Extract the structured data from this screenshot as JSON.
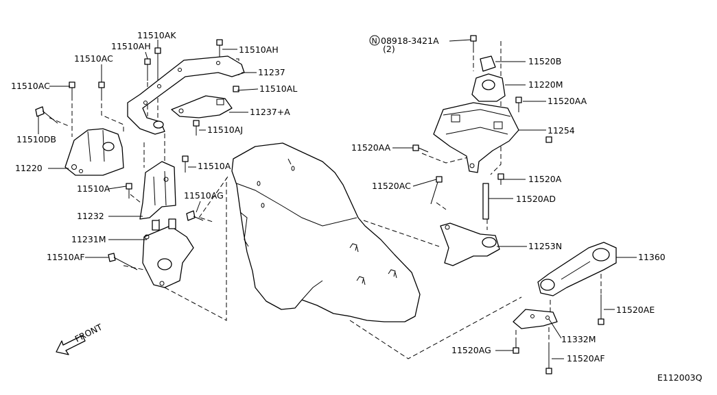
{
  "labels": {
    "p11510AK": "11510AK",
    "p11510AH_a": "11510AH",
    "p11510AH_b": "11510AH",
    "p11237": "11237",
    "p11510AC_a": "11510AC",
    "p11510AC_b": "11510AC",
    "p11510AL": "11510AL",
    "p11237A": "11237+A",
    "p11510DB": "11510DB",
    "p11510AJ": "11510AJ",
    "p11220": "11220",
    "p11510A_a": "11510A",
    "p11510A_b": "11510A",
    "p11510AG": "11510AG",
    "p11232": "11232",
    "p11231M": "11231M",
    "p11510AF": "11510AF",
    "nut_circle": "N",
    "nut_code": "08918-3421A",
    "nut_qty": "(2)",
    "p11520B": "11520B",
    "p11220M": "11220M",
    "p11520AA_a": "11520AA",
    "p11254": "11254",
    "p11520AA_b": "11520AA",
    "p11520A": "11520A",
    "p11520AC": "11520AC",
    "p11520AD": "11520AD",
    "p11253N": "11253N",
    "p11360": "11360",
    "p11520AE": "11520AE",
    "p11332M": "11332M",
    "p11520AG": "11520AG",
    "p11520AF": "11520AF",
    "front": "FRONT",
    "diagram_code": "E112003Q"
  }
}
